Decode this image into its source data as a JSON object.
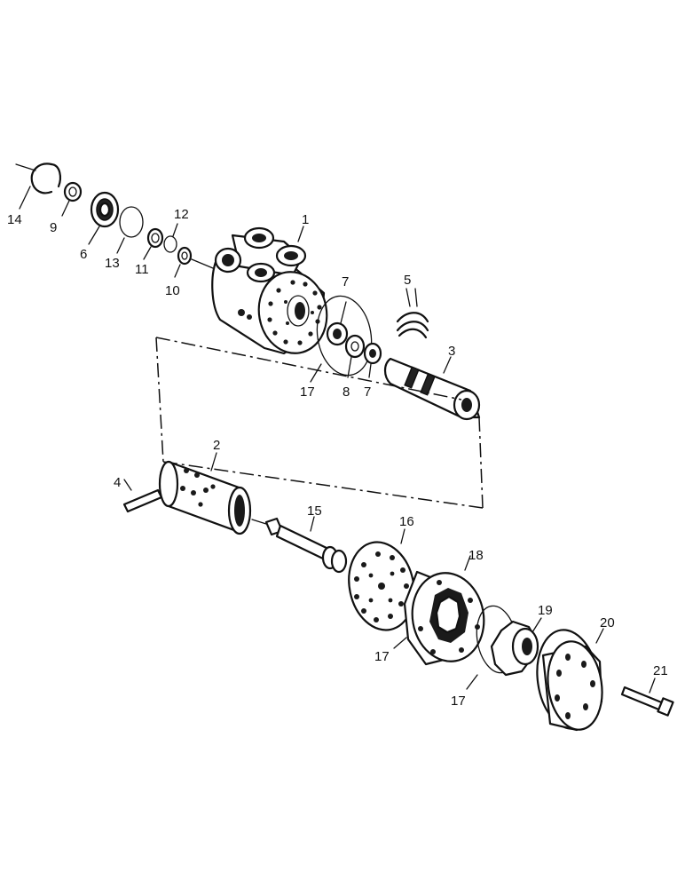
{
  "callouts": [
    {
      "id": "14",
      "text": "14"
    },
    {
      "id": "9",
      "text": "9"
    },
    {
      "id": "6",
      "text": "6"
    },
    {
      "id": "13",
      "text": "13"
    },
    {
      "id": "12",
      "text": "12"
    },
    {
      "id": "11",
      "text": "11"
    },
    {
      "id": "10",
      "text": "10"
    },
    {
      "id": "1",
      "text": "1"
    },
    {
      "id": "7a",
      "text": "7"
    },
    {
      "id": "5",
      "text": "5"
    },
    {
      "id": "3",
      "text": "3"
    },
    {
      "id": "17a",
      "text": "17"
    },
    {
      "id": "8",
      "text": "8"
    },
    {
      "id": "7b",
      "text": "7"
    },
    {
      "id": "2",
      "text": "2"
    },
    {
      "id": "4",
      "text": "4"
    },
    {
      "id": "15",
      "text": "15"
    },
    {
      "id": "16",
      "text": "16"
    },
    {
      "id": "18",
      "text": "18"
    },
    {
      "id": "19",
      "text": "19"
    },
    {
      "id": "20",
      "text": "20"
    },
    {
      "id": "21",
      "text": "21"
    },
    {
      "id": "17b",
      "text": "17"
    },
    {
      "id": "17c",
      "text": "17"
    }
  ]
}
